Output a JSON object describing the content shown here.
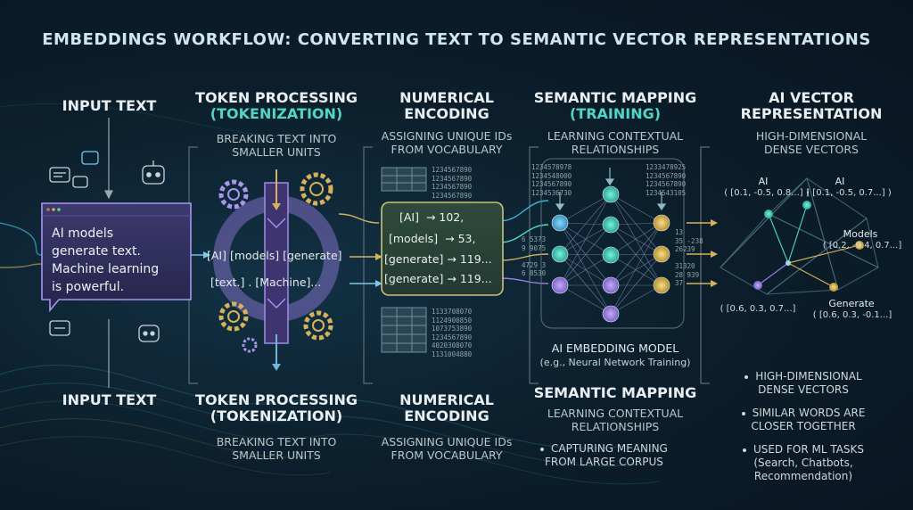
{
  "title": "EMBEDDINGS WORKFLOW: CONVERTING TEXT TO SEMANTIC VECTOR REPRESENTATIONS",
  "columns": {
    "input": {
      "heading_top": "INPUT TEXT",
      "heading_bottom": "INPUT TEXT",
      "text_lines": [
        "AI models",
        "generate text.",
        "Machine learning",
        "is powerful."
      ]
    },
    "token": {
      "heading_top": [
        "TOKEN PROCESSING",
        "(TOKENIZATION)"
      ],
      "desc_top": [
        "BREAKING TEXT INTO",
        "SMALLER UNITS"
      ],
      "heading_bottom": [
        "TOKEN PROCESSING",
        "(TOKENIZATION)"
      ],
      "desc_bottom": [
        "BREAKING TEXT INTO",
        "SMALLER UNITS"
      ],
      "tokens_line1": "[AI] [models] [generate]",
      "tokens_line2": "[text.] . [Machine]..."
    },
    "encoding": {
      "heading_top": [
        "NUMERICAL",
        "ENCODING"
      ],
      "desc_top": [
        "ASSIGNING UNIQUE IDs",
        "FROM VOCABULARY"
      ],
      "heading_bottom": [
        "NUMERICAL",
        "ENCODING"
      ],
      "desc_bottom": [
        "ASSIGNING UNIQUE IDs",
        "FROM VOCABULARY"
      ],
      "rows": [
        {
          "token": "[AI]",
          "id": "102,"
        },
        {
          "token": "[models]",
          "id": "53,"
        },
        {
          "token": "[generate]",
          "id": "119..."
        },
        {
          "token": "[generate]",
          "id": "119..."
        }
      ],
      "numbers_top": "1234567890\n1234567890\n1234567890\n1234567890",
      "numbers_bottom": "1133708070\n1124900850\n1073753890\n1234567890\n4020308070\n1131004880"
    },
    "semantic": {
      "heading_top": [
        "SEMANTIC MAPPING",
        "(TRAINING)"
      ],
      "desc_top": [
        "LEARNING CONTEXTUAL",
        "RELATIONSHIPS"
      ],
      "model_label": "AI EMBEDDING MODEL",
      "model_sub": "(e.g., Neural Network Training)",
      "heading_bottom": "SEMANTIC MAPPING",
      "desc_bottom": [
        "LEARNING CONTEXTUAL",
        "RELATIONSHIPS"
      ],
      "bullet": [
        "CAPTURING MEANING",
        "FROM LARGE CORPUS"
      ],
      "numbers_left_top": "1234578978\n1234548000\n1234567890\n1234536730",
      "numbers_right_top": "1233478925\n1234567890\n1234567890\n1234543105",
      "numbers_left_mid": "6 5373\n9 9075\n\n4729 3\n6 8530",
      "numbers_right_mid": "13\n35 -238\n26239\n\n31320\n28 939\n37"
    },
    "vector": {
      "heading": [
        "AI VECTOR",
        "REPRESENTATION"
      ],
      "desc": [
        "HIGH-DIMENSIONAL",
        "DENSE VECTORS"
      ],
      "points": [
        {
          "label": "AI",
          "vec": "( [0.1, -0.5, 0.8...] )"
        },
        {
          "label": "AI",
          "vec": "( [0.1, -0.5, 0.7...] )"
        },
        {
          "label": "Models",
          "vec": "( [0.2, -0.4, 0.7...]"
        },
        {
          "label": "Generate",
          "vec": "( [0.6, 0.3, -0.1...]"
        },
        {
          "label": "",
          "vec": "( [0.6,  0.3, 0.7...]"
        }
      ],
      "bullets": [
        [
          "HIGH-DIMENSIONAL",
          "DENSE VECTORS"
        ],
        [
          "SIMILAR WORDS ARE",
          "CLOSER TOGETHER"
        ],
        [
          "USED FOR ML TASKS",
          "(Search, Chatbots,",
          "Recommendation)"
        ]
      ]
    }
  },
  "colors": {
    "teal": "#4fd6c6",
    "purple": "#9a7fe0",
    "gold": "#d8b25a",
    "cyan": "#3fb8d4"
  }
}
